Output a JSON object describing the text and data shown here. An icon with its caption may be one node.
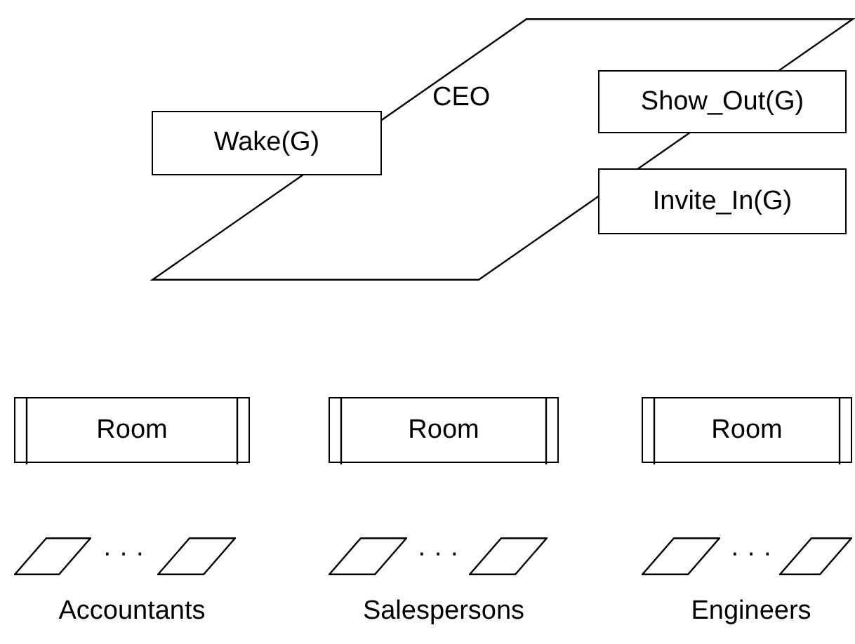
{
  "diagram": {
    "nodes": [
      {
        "text": [
          "CEO"
        ]
      },
      {
        "text": [
          "Wake(G)"
        ],
        "in": 0
      },
      {
        "text": [
          "Show_Out(G)"
        ],
        "in": 0
      },
      {
        "text": [
          "Invite_In(G)"
        ],
        "in": 0
      },
      {
        "text": [
          "Room"
        ]
      },
      {
        "text": [
          "Room"
        ]
      },
      {
        "text": [
          "Room"
        ]
      },
      {
        "text": [],
        "shape": "parallelogram"
      },
      {
        "text": [],
        "shape": "parallelogram"
      },
      {
        "text": [],
        "shape": "parallelogram"
      },
      {
        "text": [],
        "shape": "parallelogram"
      },
      {
        "text": [],
        "shape": "parallelogram"
      },
      {
        "text": [],
        "shape": "parallelogram"
      }
    ],
    "labels": [
      "· · ·",
      "· · ·",
      "· · ·",
      "Accountants",
      "Salespersons",
      "Engineers"
    ]
  }
}
